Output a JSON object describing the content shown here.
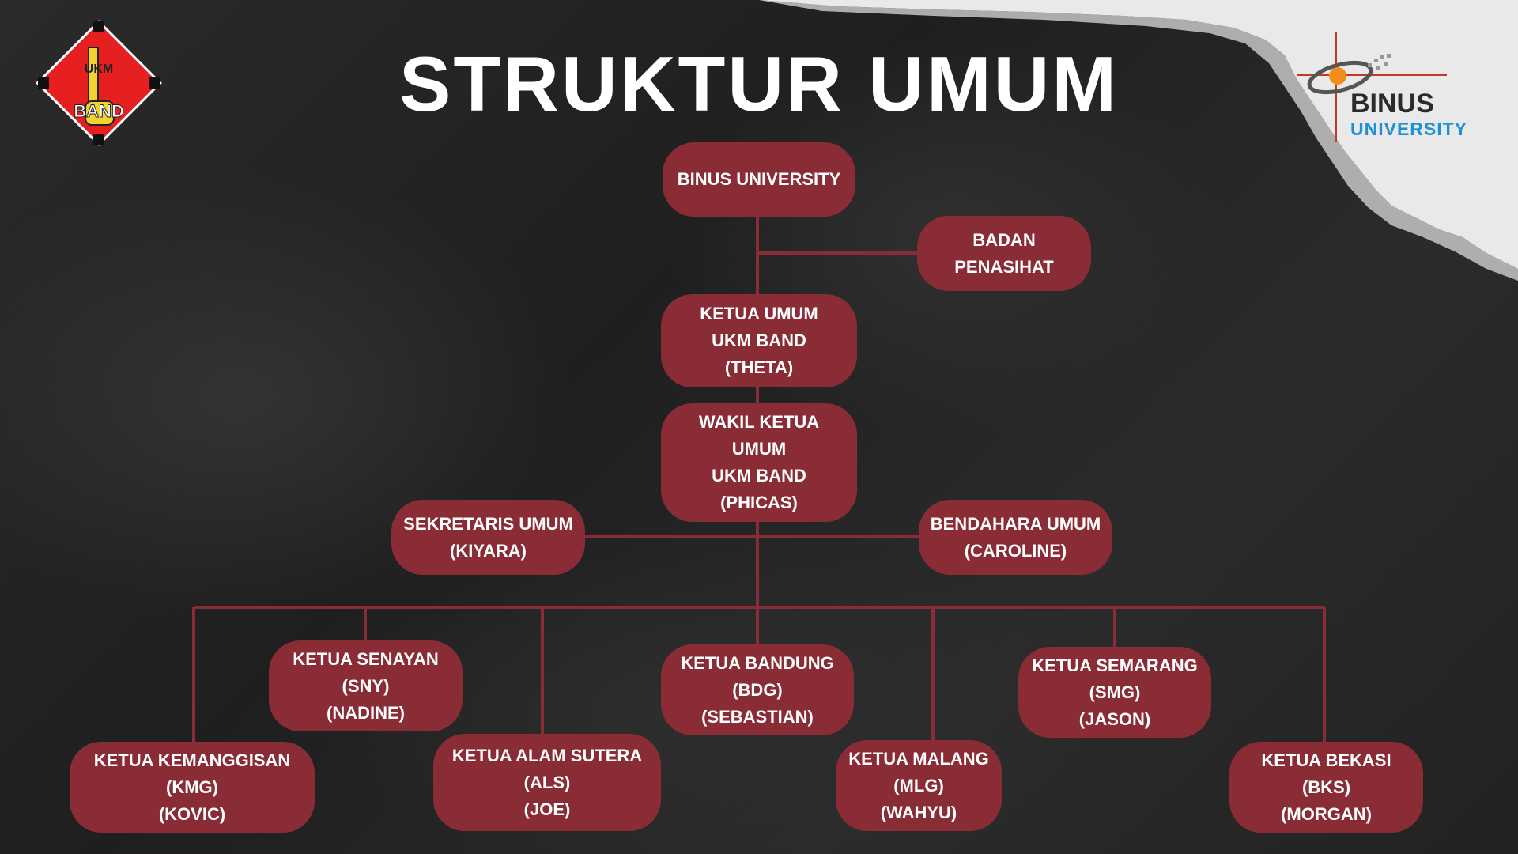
{
  "title": "STRUKTUR UMUM",
  "logos": {
    "ukm_band_top": "UKM",
    "ukm_band_bottom": "BAND",
    "binus_line1": "BINUS",
    "binus_line2": "UNIVERSITY"
  },
  "colors": {
    "node_fill": "#8a2c35",
    "connector": "#8a2c35",
    "background": "#262626",
    "text": "#ffffff"
  },
  "nodes": {
    "binus": [
      "BINUS UNIVERSITY"
    ],
    "badan": [
      "BADAN",
      "PENASIHAT"
    ],
    "ketua_umum": [
      "KETUA UMUM",
      "UKM BAND",
      "(THETA)"
    ],
    "wakil": [
      "WAKIL KETUA",
      "UMUM",
      "UKM BAND",
      "(PHICAS)"
    ],
    "sekretaris": [
      "SEKRETARIS UMUM",
      "(KIYARA)"
    ],
    "bendahara": [
      "BENDAHARA UMUM",
      "(CAROLINE)"
    ],
    "senayan": [
      "KETUA SENAYAN",
      "(SNY)",
      "(NADINE)"
    ],
    "bandung": [
      "KETUA BANDUNG",
      "(BDG)",
      "(SEBASTIAN)"
    ],
    "semarang": [
      "KETUA SEMARANG",
      "(SMG)",
      "(JASON)"
    ],
    "kemanggisan": [
      "KETUA KEMANGGISAN",
      "(KMG)",
      "(KOVIC)"
    ],
    "alam_sutera": [
      "KETUA ALAM SUTERA",
      "(ALS)",
      "(JOE)"
    ],
    "malang": [
      "KETUA MALANG",
      "(MLG)",
      "(WAHYU)"
    ],
    "bekasi": [
      "KETUA BEKASI",
      "(BKS)",
      "(MORGAN)"
    ]
  }
}
